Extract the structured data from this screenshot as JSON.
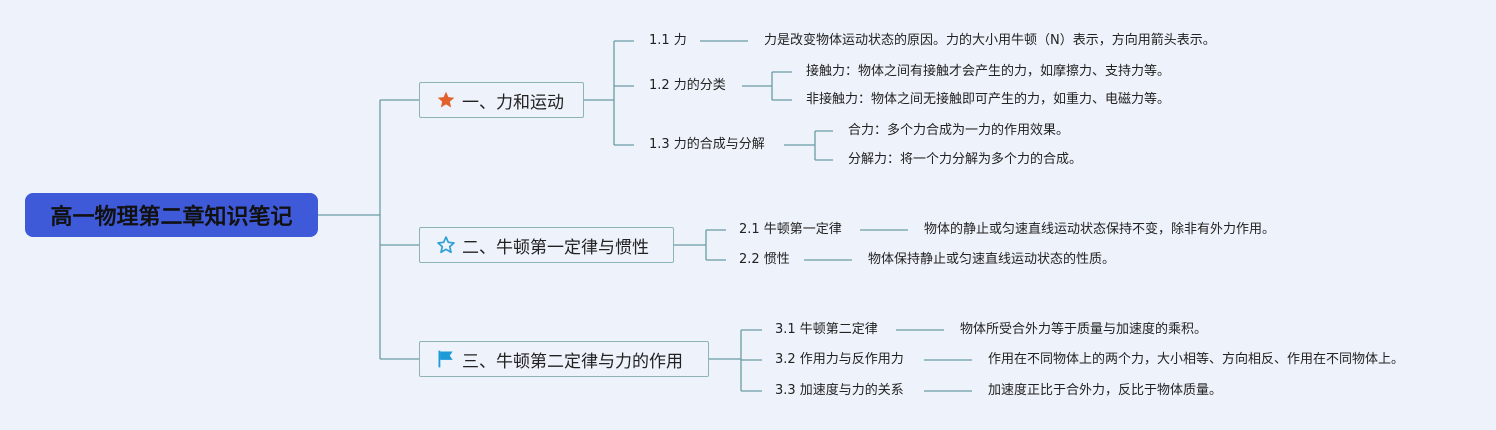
{
  "root": {
    "title": "高一物理第二章知识笔记"
  },
  "branches": [
    {
      "label": "一、力和运动",
      "icon": "star-filled-icon",
      "icon_color": "#e2622e",
      "topics": [
        {
          "label": "1.1 力",
          "details": [
            "力是改变物体运动状态的原因。力的大小用牛顿（N）表示，方向用箭头表示。"
          ]
        },
        {
          "label": "1.2 力的分类",
          "details": [
            "接触力：物体之间有接触才会产生的力，如摩擦力、支持力等。",
            "非接触力：物体之间无接触即可产生的力，如重力、电磁力等。"
          ]
        },
        {
          "label": "1.3 力的合成与分解",
          "details": [
            "合力：多个力合成为一力的作用效果。",
            "分解力：将一个力分解为多个力的合成。"
          ]
        }
      ]
    },
    {
      "label": "二、牛顿第一定律与惯性",
      "icon": "star-outline-icon",
      "icon_color": "#2a9fd6",
      "topics": [
        {
          "label": "2.1 牛顿第一定律",
          "details": [
            "物体的静止或匀速直线运动状态保持不变，除非有外力作用。"
          ]
        },
        {
          "label": "2.2 惯性",
          "details": [
            "物体保持静止或匀速直线运动状态的性质。"
          ]
        }
      ]
    },
    {
      "label": "三、牛顿第二定律与力的作用",
      "icon": "flag-icon",
      "icon_color": "#1e9ad6",
      "topics": [
        {
          "label": "3.1 牛顿第二定律",
          "details": [
            "物体所受合外力等于质量与加速度的乘积。"
          ]
        },
        {
          "label": "3.2 作用力与反作用力",
          "details": [
            "作用在不同物体上的两个力，大小相等、方向相反、作用在不同物体上。"
          ]
        },
        {
          "label": "3.3 加速度与力的关系",
          "details": [
            "加速度正比于合外力，反比于物体质量。"
          ]
        }
      ]
    }
  ],
  "colors": {
    "background": "#eef2fb",
    "root_fill": "#3f5ad8",
    "connector": "#6a9ca2",
    "branch_border": "#8db3b7"
  }
}
